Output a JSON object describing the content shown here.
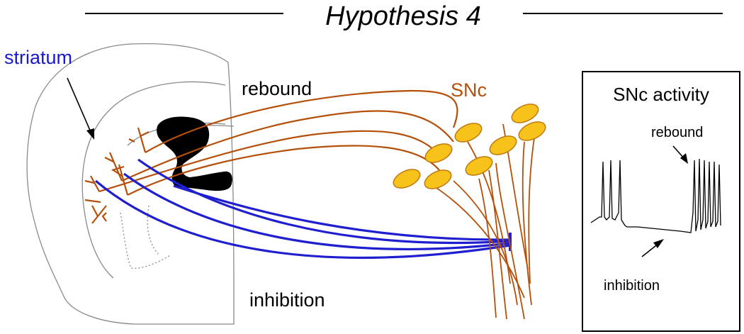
{
  "title": "Hypothesis 4",
  "labels": {
    "striatum": "striatum",
    "rebound": "rebound",
    "snc": "SNc",
    "inhibition": "inhibition"
  },
  "inset": {
    "title": "SNc activity",
    "rebound": "rebound",
    "inhibition": "inhibition"
  },
  "colors": {
    "striatum_label": "#1a1acc",
    "inhibitory_projection": "#1f1fd0",
    "dopamine_neuron": "#b5500a",
    "soma_fill": "#f7c21a",
    "soma_stroke": "#c07a10",
    "ventricle": "#000000",
    "brain_outline": "#8a8a8a"
  }
}
